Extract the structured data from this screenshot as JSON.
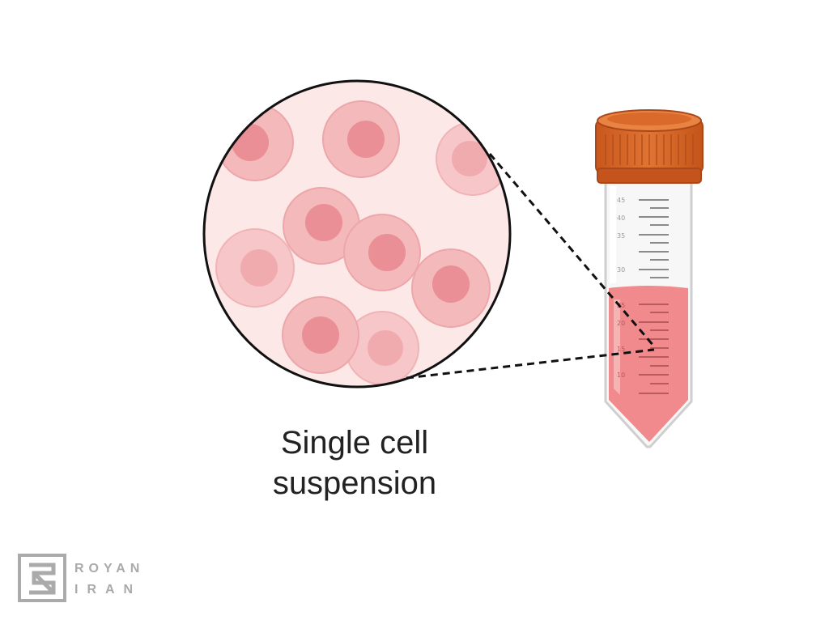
{
  "caption": {
    "line1": "Single cell",
    "line2": "suspension"
  },
  "logo": {
    "line1": "ROYAN",
    "line2": "IRAN",
    "color": "#aaaaaa"
  },
  "tube": {
    "scale_labels": [
      "45",
      "40",
      "35",
      "30",
      "25",
      "20",
      "15",
      "10"
    ],
    "cap_color": "#d96a2b",
    "liquid_color": "#f08a8c"
  },
  "cells": {
    "membrane_color": "#f4b9bb",
    "nucleus_color": "#e98f95",
    "background_color": "#fde8e8"
  }
}
